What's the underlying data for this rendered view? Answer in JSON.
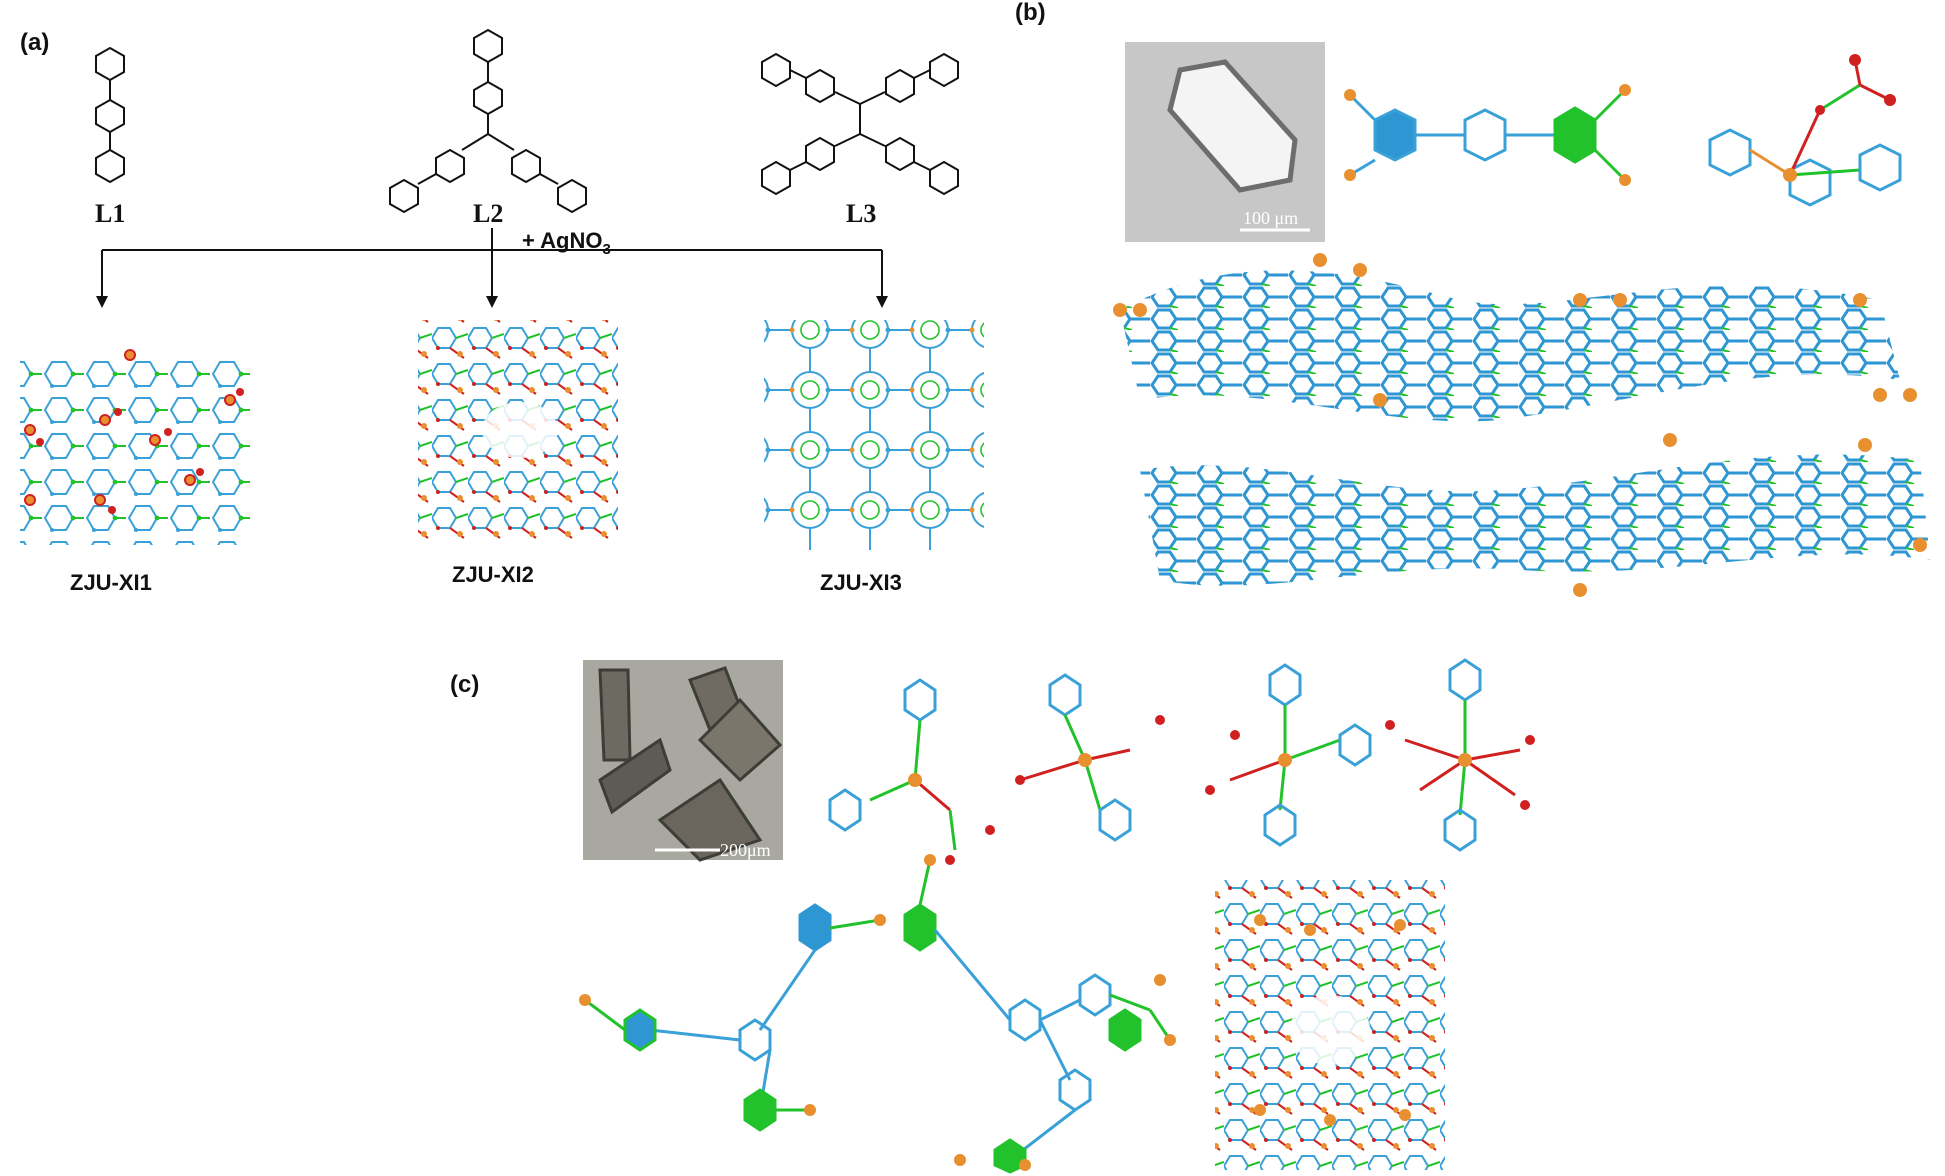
{
  "panels": {
    "a": "(a)",
    "b": "(b)",
    "c": "(c)"
  },
  "ligands": {
    "l1": "L1",
    "l2": "L2",
    "l3": "L3"
  },
  "reagent": {
    "prefix": "+ AgNO",
    "subscript": "3"
  },
  "frameworks": {
    "f1": "ZJU-XI1",
    "f2": "ZJU-XI2",
    "f3": "ZJU-XI3"
  },
  "scale_bars": {
    "b": "100 μm",
    "c": "200μm"
  },
  "colors": {
    "c_ring": "#3aa0d8",
    "n_atom": "#22c22c",
    "ag": "#e89030",
    "o": "#d02020",
    "bond": "#111111"
  }
}
